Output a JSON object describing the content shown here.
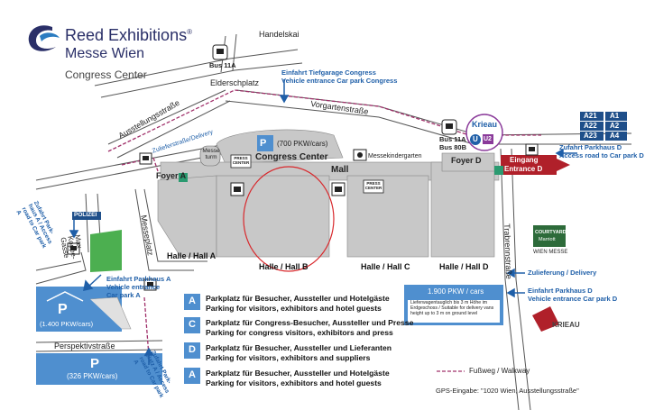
{
  "logo": {
    "title": "Reed Exhibitions",
    "registered": "®",
    "subtitle": "Messe Wien",
    "venue": "Congress Center",
    "colors": {
      "navy": "#2a2f68",
      "blue": "#2b7cc1"
    }
  },
  "streets": {
    "handelskai": "Handelskai",
    "elderschplatz": "Elderschplatz",
    "ausstellungsstrasse": "Ausstellungsstraße",
    "zulieferstrasse": "Zulieferstraße/Delivery",
    "vorgartenstrasse": "Vorgartenstraße",
    "messeplatz": "Messeplatz",
    "max_koppe": "Max-Koppe-Gasse",
    "perspektivstrasse": "Perspektivstraße",
    "trabrennstrasse": "Trabrennstraße"
  },
  "transit": {
    "bus_top": "Bus 11A",
    "bus_right_1": "Bus 11A",
    "bus_right_2": "Bus 80B",
    "krieau": "Krieau",
    "u_badge": "U",
    "u2_badge": "U2",
    "motorway": [
      "A21",
      "A1",
      "A22",
      "A2",
      "A23",
      "A4"
    ]
  },
  "buildings": {
    "messeturm": "Messe turm",
    "press_center_1": "PRESS CENTER",
    "press_center_2": "PRESS CENTER",
    "congress_parking": "(700 PKW/cars)",
    "congress_center": "Congress Center",
    "mall": "Mall",
    "messekindergarten": "Messekindergarten",
    "foyer_a": "Foyer A",
    "foyer_d": "Foyer D",
    "eingang_1": "Eingang",
    "eingang_2": "Entrance D",
    "polizei": "POLIZEI",
    "hall_a": "Halle / Hall A",
    "hall_b": "Halle / Hall B",
    "hall_c": "Halle / Hall C",
    "hall_d": "Halle / Hall D",
    "courtyard_1": "COURTYARD",
    "courtyard_2": "Marriott",
    "wien_messe": "WIEN MESSE",
    "krieau_brand": "KRIEAU"
  },
  "notes": {
    "tiefgarage_1": "Einfahrt Tiefgarage Congress",
    "tiefgarage_2": "Vehicle entrance Car park Congress",
    "parkhaus_d_1": "Zufahrt Parkhaus D",
    "parkhaus_d_2": "Access road to Car park D",
    "zufahrt_a_left": "Zufahrt Park- haus A / Access road to Car park A",
    "einfahrt_a_1": "Einfahrt Parkhaus A",
    "einfahrt_a_2": "Vehicle entrance",
    "einfahrt_a_3": "Car park A",
    "zufahrt_a_bottom": "Zufahrt Park- platz A / Access road to Car park A",
    "zulieferung": "Zulieferung / Delivery",
    "einfahrt_d_1": "Einfahrt Parkhaus D",
    "einfahrt_d_2": "Vehicle entrance Car park D"
  },
  "parking": {
    "a_count": "(1.400 PKW/cars)",
    "a2_count": "(326 PKW/cars)",
    "d_count": "1.900 PKW / cars",
    "d_note": "Lieferwagentauglich bis 3 m Höhe im Erdgeschoss / Suitable for delivery vans height up to 3 m on ground level"
  },
  "legend": [
    {
      "letter": "A",
      "de": "Parkplatz für Besucher, Aussteller und Hotelgäste",
      "en": "Parking for visitors, exhibitors and hotel guests"
    },
    {
      "letter": "C",
      "de": "Parkplatz für Congress-Besucher, Aussteller und Presse",
      "en": "Parking for congress visitors, exhibitors and press"
    },
    {
      "letter": "D",
      "de": "Parkplatz für Besucher, Aussteller und Lieferanten",
      "en": "Parking for visitors, exhibitors and suppliers"
    },
    {
      "letter": "A",
      "de": "Parkplatz für Besucher, Aussteller und Hotelgäste",
      "en": "Parking for visitors, exhibitors and hotel guests"
    }
  ],
  "walkway": "Fußweg / Walkway",
  "gps": "GPS-Eingabe: \"1020 Wien, Ausstellungsstraße\"",
  "colors": {
    "building": "#c8c8c8",
    "parking_blue": "#4f8fcf",
    "walkway": "#a0306a",
    "entrance_red": "#b0202a",
    "krieau_purple": "#8a3a9a",
    "highlight_circle": "#d8282c",
    "text_blue": "#1f5fa8"
  }
}
